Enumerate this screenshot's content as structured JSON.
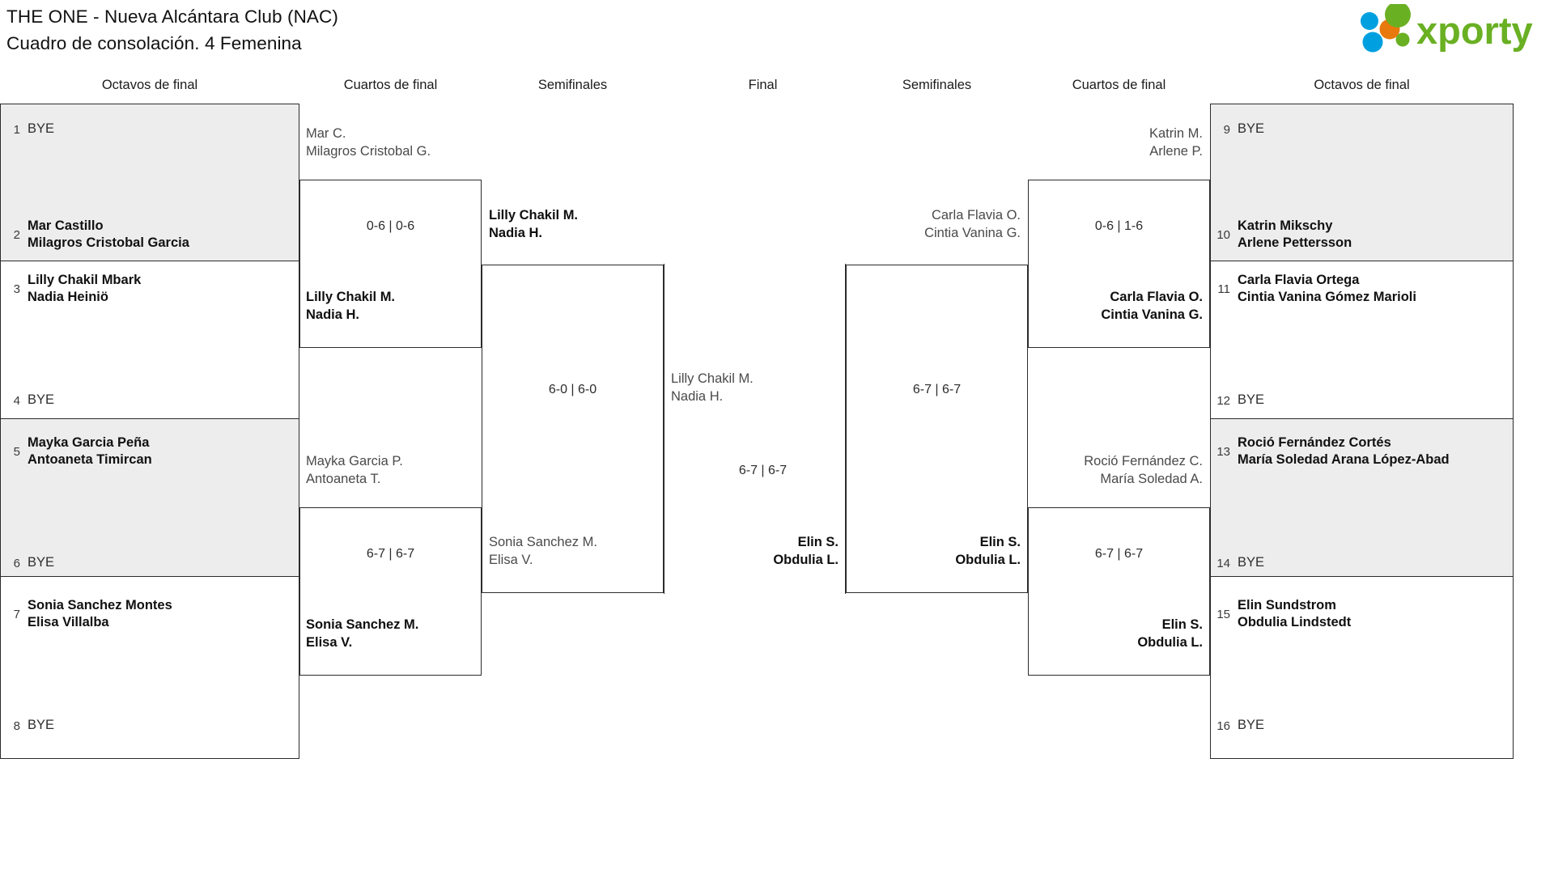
{
  "header": {
    "title_line1": "THE ONE - Nueva Alcántara Club (NAC)",
    "title_line2": "Cuadro de consolación. 4 Femenina",
    "logo_text": "xporty",
    "logo_colors": {
      "green": "#6ab023",
      "blue": "#00a0e0",
      "orange": "#e8790c"
    }
  },
  "round_headers": {
    "left_r16": "Octavos de final",
    "left_qf": "Cuartos de final",
    "left_sf": "Semifinales",
    "final": "Final",
    "right_sf": "Semifinales",
    "right_qf": "Cuartos de final",
    "right_r16": "Octavos de final"
  },
  "bracket": {
    "left_seeds": [
      {
        "seed": "1",
        "line1": "BYE",
        "line2": "",
        "bye": true,
        "shaded": true
      },
      {
        "seed": "2",
        "line1": "Mar Castillo",
        "line2": "Milagros Cristobal Garcia",
        "bye": false,
        "shaded": true
      },
      {
        "seed": "3",
        "line1": "Lilly Chakil Mbark",
        "line2": "Nadia Heiniö",
        "bye": false,
        "shaded": false
      },
      {
        "seed": "4",
        "line1": "BYE",
        "line2": "",
        "bye": true,
        "shaded": false
      },
      {
        "seed": "5",
        "line1": "Mayka Garcia Peña",
        "line2": "Antoaneta Timircan",
        "bye": false,
        "shaded": true
      },
      {
        "seed": "6",
        "line1": "BYE",
        "line2": "",
        "bye": true,
        "shaded": true
      },
      {
        "seed": "7",
        "line1": "Sonia Sanchez Montes",
        "line2": "Elisa Villalba",
        "bye": false,
        "shaded": false
      },
      {
        "seed": "8",
        "line1": "BYE",
        "line2": "",
        "bye": true,
        "shaded": false
      }
    ],
    "right_seeds": [
      {
        "seed": "9",
        "line1": "BYE",
        "line2": "",
        "bye": true,
        "shaded": true
      },
      {
        "seed": "10",
        "line1": "Katrin Mikschy",
        "line2": "Arlene Pettersson",
        "bye": false,
        "shaded": true
      },
      {
        "seed": "11",
        "line1": "Carla Flavia Ortega",
        "line2": "Cintia Vanina Gómez Marioli",
        "bye": false,
        "shaded": false
      },
      {
        "seed": "12",
        "line1": "BYE",
        "line2": "",
        "bye": true,
        "shaded": false
      },
      {
        "seed": "13",
        "line1": "Roció Fernández Cortés",
        "line2": "María Soledad Arana López-Abad",
        "bye": false,
        "shaded": true
      },
      {
        "seed": "14",
        "line1": "BYE",
        "line2": "",
        "bye": true,
        "shaded": true
      },
      {
        "seed": "15",
        "line1": "Elin Sundstrom",
        "line2": "Obdulia Lindstedt",
        "bye": false,
        "shaded": false
      },
      {
        "seed": "16",
        "line1": "BYE",
        "line2": "",
        "bye": true,
        "shaded": false
      }
    ],
    "left_qf": [
      {
        "score": "0-6 | 0-6",
        "loser_l1": "Mar C.",
        "loser_l2": "Milagros Cristobal G.",
        "winner_l1": "Lilly Chakil M.",
        "winner_l2": "Nadia H."
      },
      {
        "score": "6-7 | 6-7",
        "loser_l1": "Mayka Garcia P.",
        "loser_l2": "Antoaneta T.",
        "winner_l1": "Sonia Sanchez M.",
        "winner_l2": "Elisa V."
      }
    ],
    "left_sf": {
      "score": "6-0 | 6-0",
      "winner_l1": "Lilly Chakil M.",
      "winner_l2": "Nadia H.",
      "loser_l1": "Sonia Sanchez M.",
      "loser_l2": "Elisa V."
    },
    "final": {
      "score": "6-7 | 6-7",
      "left_l1": "Lilly Chakil M.",
      "left_l2": "Nadia H.",
      "right_l1": "Elin S.",
      "right_l2": "Obdulia L."
    },
    "right_sf": {
      "score": "6-7 | 6-7",
      "loser_l1": "Carla Flavia O.",
      "loser_l2": "Cintia Vanina G.",
      "winner_l1": "Elin S.",
      "winner_l2": "Obdulia L."
    },
    "right_qf": [
      {
        "score": "0-6 | 1-6",
        "loser_l1": "Katrin M.",
        "loser_l2": "Arlene P.",
        "winner_l1": "Carla Flavia O.",
        "winner_l2": "Cintia Vanina G."
      },
      {
        "score": "6-7 | 6-7",
        "loser_l1": "Roció Fernández C.",
        "loser_l2": "María Soledad A.",
        "winner_l1": "Elin S.",
        "winner_l2": "Obdulia L."
      }
    ]
  }
}
